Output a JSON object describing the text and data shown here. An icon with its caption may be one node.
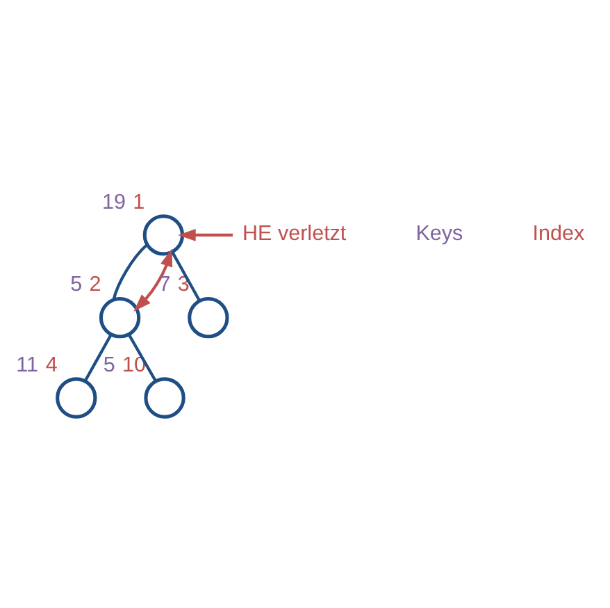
{
  "diagram": {
    "nodes": [
      {
        "text": [],
        "shape": "circle",
        "beside": [
          "19",
          "1"
        ]
      },
      {
        "text": [],
        "shape": "circle",
        "beside": [
          "5",
          "2"
        ]
      },
      {
        "text": [],
        "shape": "circle",
        "beside": [
          "7",
          "3"
        ]
      },
      {
        "text": [],
        "shape": "circle",
        "beside": [
          "11",
          "4"
        ]
      },
      {
        "text": [],
        "shape": "circle",
        "beside": [
          "5",
          "10"
        ]
      },
      {
        "text": [
          "HE verletzt"
        ]
      }
    ],
    "edges": [
      {
        "from": 0,
        "to": 1,
        "arrow": "none"
      },
      {
        "from": 0,
        "to": 2,
        "arrow": "none"
      },
      {
        "from": 1,
        "to": 3,
        "arrow": "none"
      },
      {
        "from": 1,
        "to": 4,
        "arrow": "none"
      },
      {
        "from": 0,
        "to": 1,
        "arrow": "both",
        "color": "#c0504d"
      },
      {
        "from": 5,
        "to": 0,
        "arrow": "to",
        "color": "#c0504d"
      }
    ],
    "labels": [
      "Keys",
      "Index"
    ]
  }
}
